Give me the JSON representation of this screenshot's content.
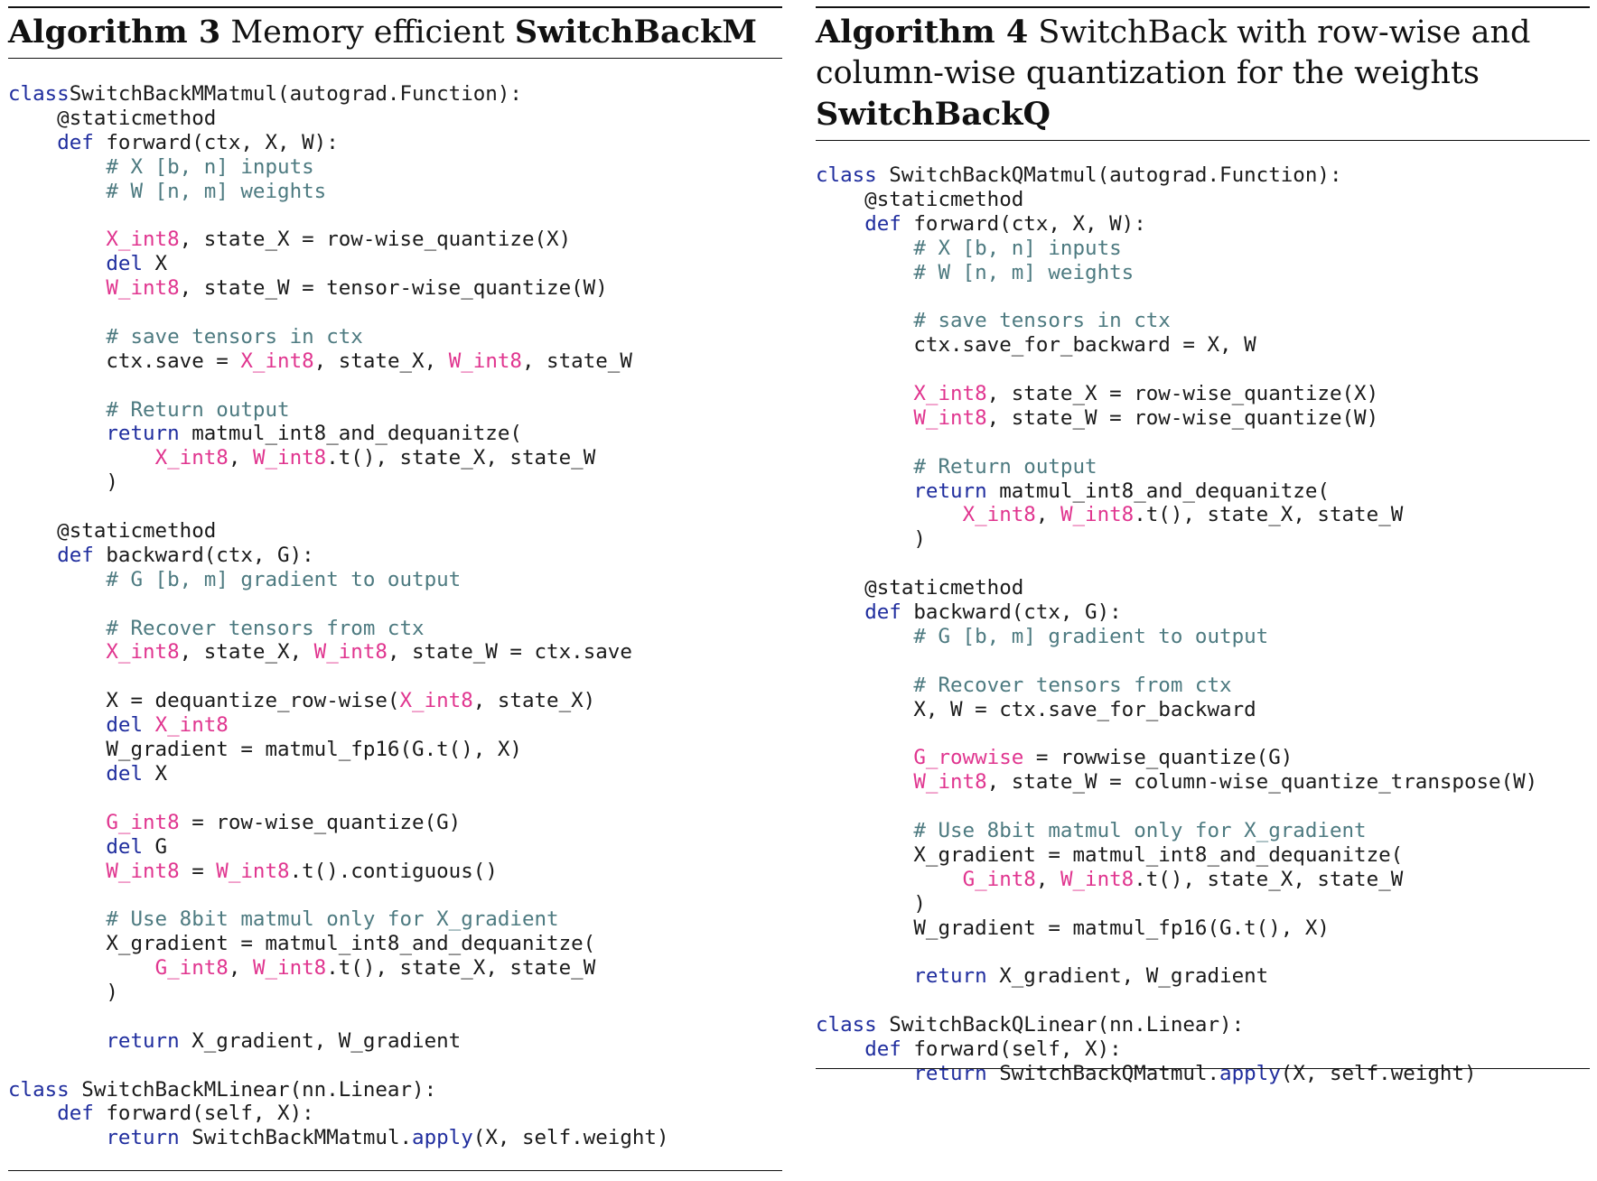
{
  "left": {
    "caption": {
      "label": "Algorithm 3",
      "text": "Memory efficient",
      "name": "SwitchBackM"
    },
    "code": [
      [
        [
          "kw",
          "class"
        ],
        [
          "",
          "SwitchBackMMatmul(autograd.Function):"
        ]
      ],
      [
        [
          "",
          "    @staticmethod"
        ]
      ],
      [
        [
          "",
          "    "
        ],
        [
          "kw",
          "def"
        ],
        [
          "",
          " forward(ctx, X, W):"
        ]
      ],
      [
        [
          "",
          "        "
        ],
        [
          "cm",
          "# X [b, n] inputs"
        ]
      ],
      [
        [
          "",
          "        "
        ],
        [
          "cm",
          "# W [n, m] weights"
        ]
      ],
      [],
      [
        [
          "",
          "        "
        ],
        [
          "hl",
          "X_int8"
        ],
        [
          "",
          ", state_X = row-wise_quantize(X)"
        ]
      ],
      [
        [
          "",
          "        "
        ],
        [
          "kw",
          "del"
        ],
        [
          "",
          " X"
        ]
      ],
      [
        [
          "",
          "        "
        ],
        [
          "hl",
          "W_int8"
        ],
        [
          "",
          ", state_W = tensor-wise_quantize(W)"
        ]
      ],
      [],
      [
        [
          "",
          "        "
        ],
        [
          "cm",
          "# save tensors in ctx"
        ]
      ],
      [
        [
          "",
          "        ctx.save = "
        ],
        [
          "hl",
          "X_int8"
        ],
        [
          "",
          ", state_X, "
        ],
        [
          "hl",
          "W_int8"
        ],
        [
          "",
          ", state_W"
        ]
      ],
      [],
      [
        [
          "",
          "        "
        ],
        [
          "cm",
          "# Return output"
        ]
      ],
      [
        [
          "",
          "        "
        ],
        [
          "kw",
          "return"
        ],
        [
          "",
          " matmul_int8_and_dequanitze("
        ]
      ],
      [
        [
          "",
          "            "
        ],
        [
          "hl",
          "X_int8"
        ],
        [
          "",
          ", "
        ],
        [
          "hl",
          "W_int8"
        ],
        [
          "",
          ".t(), state_X, state_W"
        ]
      ],
      [
        [
          "",
          "        )"
        ]
      ],
      [],
      [
        [
          "",
          "    @staticmethod"
        ]
      ],
      [
        [
          "",
          "    "
        ],
        [
          "kw",
          "def"
        ],
        [
          "",
          " backward(ctx, G):"
        ]
      ],
      [
        [
          "",
          "        "
        ],
        [
          "cm",
          "# G [b, m] gradient to output"
        ]
      ],
      [],
      [
        [
          "",
          "        "
        ],
        [
          "cm",
          "# Recover tensors from ctx"
        ]
      ],
      [
        [
          "",
          "        "
        ],
        [
          "hl",
          "X_int8"
        ],
        [
          "",
          ", state_X, "
        ],
        [
          "hl",
          "W_int8"
        ],
        [
          "",
          ", state_W = ctx.save"
        ]
      ],
      [],
      [
        [
          "",
          "        X = dequantize_row-wise("
        ],
        [
          "hl",
          "X_int8"
        ],
        [
          "",
          ", state_X)"
        ]
      ],
      [
        [
          "",
          "        "
        ],
        [
          "kw",
          "del"
        ],
        [
          "",
          " "
        ],
        [
          "hl",
          "X_int8"
        ]
      ],
      [
        [
          "",
          "        W_gradient = matmul_fp16(G.t(), X)"
        ]
      ],
      [
        [
          "",
          "        "
        ],
        [
          "kw",
          "del"
        ],
        [
          "",
          " X"
        ]
      ],
      [],
      [
        [
          "",
          "        "
        ],
        [
          "hl",
          "G_int8"
        ],
        [
          "",
          " = row-wise_quantize(G)"
        ]
      ],
      [
        [
          "",
          "        "
        ],
        [
          "kw",
          "del"
        ],
        [
          "",
          " G"
        ]
      ],
      [
        [
          "",
          "        "
        ],
        [
          "hl",
          "W_int8"
        ],
        [
          "",
          " = "
        ],
        [
          "hl",
          "W_int8"
        ],
        [
          "",
          ".t().contiguous()"
        ]
      ],
      [],
      [
        [
          "",
          "        "
        ],
        [
          "cm",
          "# Use 8bit matmul only for X_gradient"
        ]
      ],
      [
        [
          "",
          "        X_gradient = matmul_int8_and_dequanitze("
        ]
      ],
      [
        [
          "",
          "            "
        ],
        [
          "hl",
          "G_int8"
        ],
        [
          "",
          ", "
        ],
        [
          "hl",
          "W_int8"
        ],
        [
          "",
          ".t(), state_X, state_W"
        ]
      ],
      [
        [
          "",
          "        )"
        ]
      ],
      [],
      [
        [
          "",
          "        "
        ],
        [
          "kw",
          "return"
        ],
        [
          "",
          " X_gradient, W_gradient"
        ]
      ],
      [],
      [
        [
          "kw",
          "class"
        ],
        [
          "",
          " SwitchBackMLinear(nn.Linear):"
        ]
      ],
      [
        [
          "",
          "    "
        ],
        [
          "kw",
          "def"
        ],
        [
          "",
          " forward(self, X):"
        ]
      ],
      [
        [
          "",
          "        "
        ],
        [
          "kw",
          "return"
        ],
        [
          "",
          " SwitchBackMMatmul."
        ],
        [
          "fn",
          "apply"
        ],
        [
          "",
          "(X, self.weight)"
        ]
      ]
    ]
  },
  "right": {
    "caption": {
      "label": "Algorithm 4",
      "text": "SwitchBack with row-wise and column-wise quantization for the weights",
      "name": "SwitchBackQ"
    },
    "code": [
      [
        [
          "kw",
          "class"
        ],
        [
          "",
          " SwitchBackQMatmul(autograd.Function):"
        ]
      ],
      [
        [
          "",
          "    @staticmethod"
        ]
      ],
      [
        [
          "",
          "    "
        ],
        [
          "kw",
          "def"
        ],
        [
          "",
          " forward(ctx, X, W):"
        ]
      ],
      [
        [
          "",
          "        "
        ],
        [
          "cm",
          "# X [b, n] inputs"
        ]
      ],
      [
        [
          "",
          "        "
        ],
        [
          "cm",
          "# W [n, m] weights"
        ]
      ],
      [],
      [
        [
          "",
          "        "
        ],
        [
          "cm",
          "# save tensors in ctx"
        ]
      ],
      [
        [
          "",
          "        ctx.save_for_backward = X, W"
        ]
      ],
      [],
      [
        [
          "",
          "        "
        ],
        [
          "hl",
          "X_int8"
        ],
        [
          "",
          ", state_X = row-wise_quantize(X)"
        ]
      ],
      [
        [
          "",
          "        "
        ],
        [
          "hl",
          "W_int8"
        ],
        [
          "",
          ", state_W = row-wise_quantize(W)"
        ]
      ],
      [],
      [
        [
          "",
          "        "
        ],
        [
          "cm",
          "# Return output"
        ]
      ],
      [
        [
          "",
          "        "
        ],
        [
          "kw",
          "return"
        ],
        [
          "",
          " matmul_int8_and_dequanitze("
        ]
      ],
      [
        [
          "",
          "            "
        ],
        [
          "hl",
          "X_int8"
        ],
        [
          "",
          ", "
        ],
        [
          "hl",
          "W_int8"
        ],
        [
          "",
          ".t(), state_X, state_W"
        ]
      ],
      [
        [
          "",
          "        )"
        ]
      ],
      [],
      [
        [
          "",
          "    @staticmethod"
        ]
      ],
      [
        [
          "",
          "    "
        ],
        [
          "kw",
          "def"
        ],
        [
          "",
          " backward(ctx, G):"
        ]
      ],
      [
        [
          "",
          "        "
        ],
        [
          "cm",
          "# G [b, m] gradient to output"
        ]
      ],
      [],
      [
        [
          "",
          "        "
        ],
        [
          "cm",
          "# Recover tensors from ctx"
        ]
      ],
      [
        [
          "",
          "        X, W = ctx.save_for_backward"
        ]
      ],
      [],
      [
        [
          "",
          "        "
        ],
        [
          "hl",
          "G_rowwise"
        ],
        [
          "",
          " = rowwise_quantize(G)"
        ]
      ],
      [
        [
          "",
          "        "
        ],
        [
          "hl",
          "W_int8"
        ],
        [
          "",
          ", state_W = column-wise_quantize_transpose(W)"
        ]
      ],
      [],
      [
        [
          "",
          "        "
        ],
        [
          "cm",
          "# Use 8bit matmul only for X_gradient"
        ]
      ],
      [
        [
          "",
          "        X_gradient = matmul_int8_and_dequanitze("
        ]
      ],
      [
        [
          "",
          "            "
        ],
        [
          "hl",
          "G_int8"
        ],
        [
          "",
          ", "
        ],
        [
          "hl",
          "W_int8"
        ],
        [
          "",
          ".t(), state_X, state_W"
        ]
      ],
      [
        [
          "",
          "        )"
        ]
      ],
      [
        [
          "",
          "        W_gradient = matmul_fp16(G.t(), X)"
        ]
      ],
      [],
      [
        [
          "",
          "        "
        ],
        [
          "kw",
          "return"
        ],
        [
          "",
          " X_gradient, W_gradient"
        ]
      ],
      [],
      [
        [
          "kw",
          "class"
        ],
        [
          "",
          " SwitchBackQLinear(nn.Linear):"
        ]
      ],
      [
        [
          "",
          "    "
        ],
        [
          "kw",
          "def"
        ],
        [
          "",
          " forward(self, X):"
        ]
      ],
      [
        [
          "",
          "        "
        ],
        [
          "kw",
          "return"
        ],
        [
          "",
          " SwitchBackQMatmul."
        ],
        [
          "fn",
          "apply"
        ],
        [
          "",
          "(X, self.weight)"
        ]
      ]
    ]
  }
}
